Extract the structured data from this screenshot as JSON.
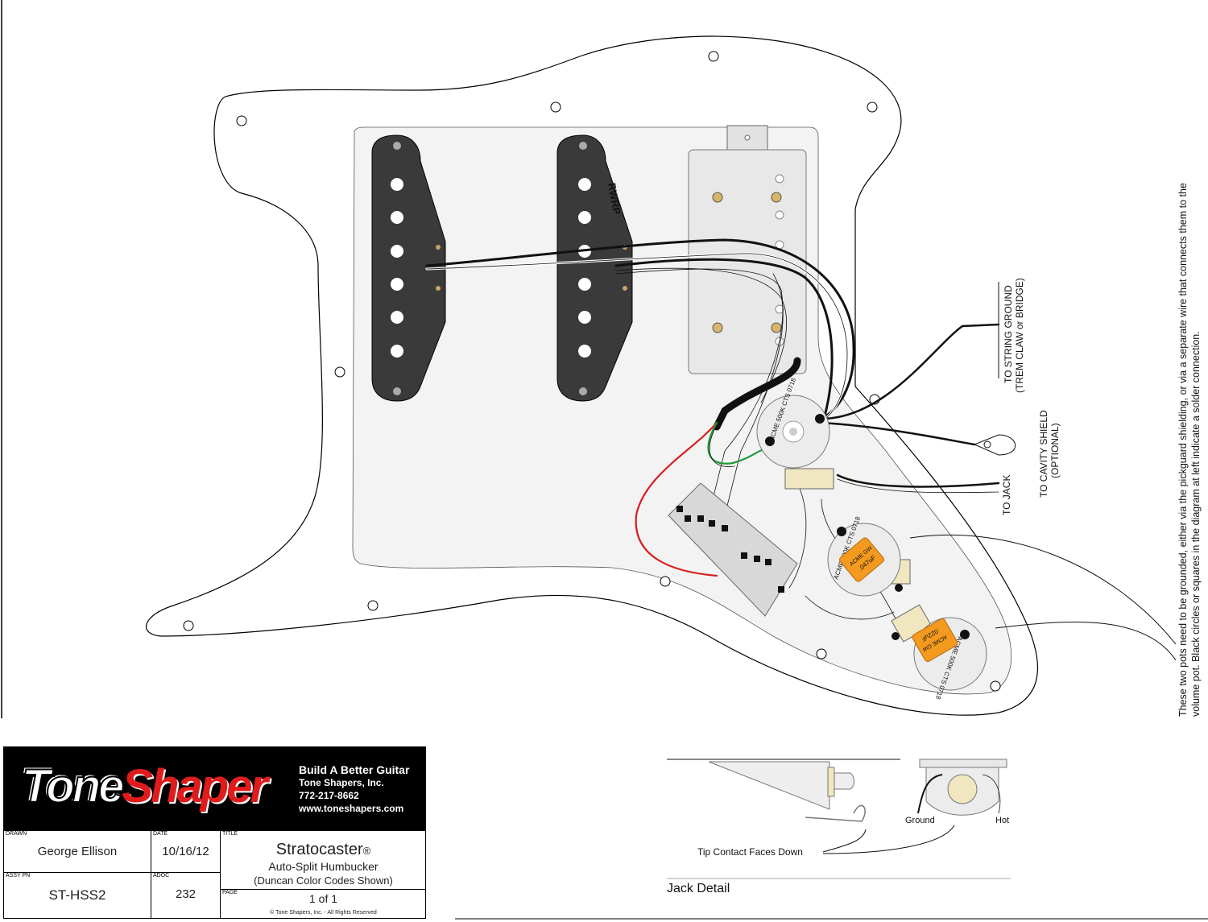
{
  "right_note": "These two pots need to be grounded, either via the pickguard shielding, or via a separate wire that connects them to the volume pot. Black circles or squares in the diagram at left indicate a solder connection.",
  "labels": {
    "string_ground_1": "TO STRING GROUND",
    "string_ground_2": "(TREM CLAW or BRIDGE)",
    "cavity_shield_1": "TO CAVITY SHIELD",
    "cavity_shield_2": "(OPTIONAL)",
    "to_jack": "TO JACK",
    "rwrp": "RWRP",
    "pot_volume": "ACME 500K CTS 0718",
    "pot_tone1": "ACME 500K CTS 0718",
    "pot_tone2": "ACME 500K CTS 0718",
    "cap1_1": "ACME GW",
    "cap1_2": ".047uF",
    "cap2_1": "ACME GW",
    "cap2_2": ".022uF"
  },
  "jack_detail": {
    "title": "Jack Detail",
    "tip_note": "Tip Contact Faces Down",
    "ground": "Ground",
    "hot": "Hot"
  },
  "title_block": {
    "company_tagline": "Build A Better Guitar",
    "company_name": "Tone Shapers, Inc.",
    "phone": "772-217-8662",
    "website": "www.toneshapers.com",
    "logo_part1": "Tone",
    "logo_part2": "Shaper",
    "drawn_label": "DRAWN",
    "drawn": "George Ellison",
    "date_label": "DATE",
    "date": "10/16/12",
    "title_label": "TITLE",
    "title": "Stratocaster",
    "registered": "®",
    "subtitle": "Auto-Split Humbucker",
    "subtitle2": "(Duncan Color Codes Shown)",
    "assy_label": "ASSY PN",
    "assy": "ST-HSS2",
    "adoc_label": "ADOC",
    "adoc": "232",
    "page_label": "PAGE",
    "page": "1 of 1",
    "copyright": "© Tone Shapers, Inc. - All Rights Reserved"
  },
  "colors": {
    "pickup_black": "#3a3a3a",
    "pot_cream": "#f0e6c0",
    "cap_orange": "#f39a1f",
    "wire_red": "#d91f1f",
    "wire_green": "#1f9a3a",
    "logo_red": "#e01b1b"
  }
}
